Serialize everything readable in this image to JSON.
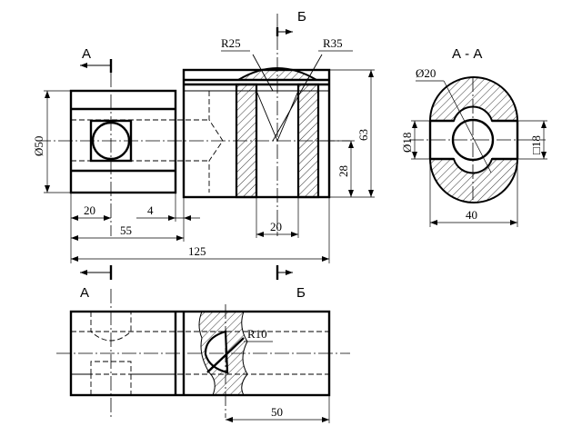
{
  "section_label_a": "А",
  "section_label_b": "Б",
  "section_title": "А - А",
  "dimensions": {
    "dia_50": "Ø50",
    "dim_20_left": "20",
    "dim_4": "4",
    "dim_55": "55",
    "dim_125": "125",
    "dim_20_bottom": "20",
    "dim_28": "28",
    "dim_63": "63",
    "r25": "R25",
    "r35": "R35",
    "dia_20": "Ø20",
    "dia_18": "Ø18",
    "sq_18": "□18",
    "dim_40": "40",
    "r10": "R10",
    "dim_50": "50"
  }
}
